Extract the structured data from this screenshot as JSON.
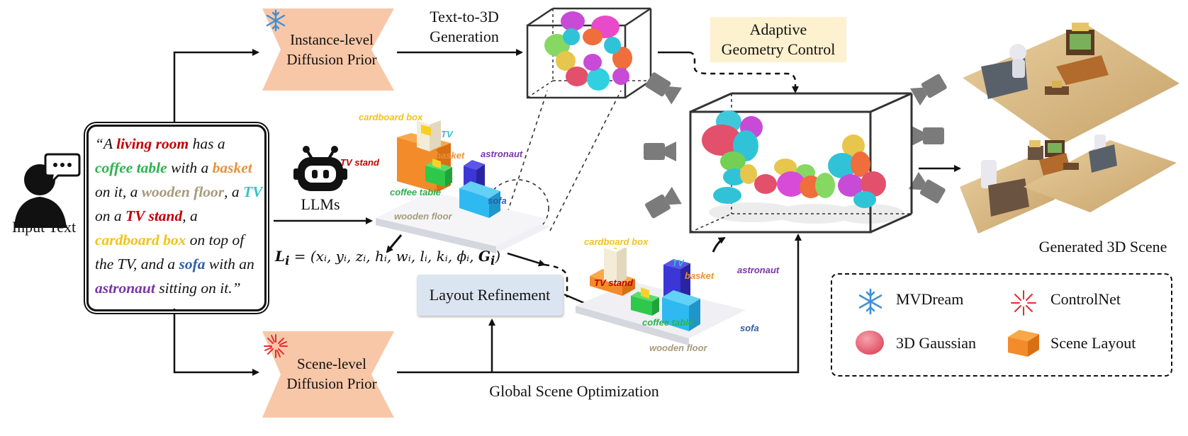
{
  "input": {
    "label": "Input Text"
  },
  "prompt": {
    "segments": [
      {
        "text": "“A ",
        "color": "#111111",
        "bold": false
      },
      {
        "text": "living room",
        "color": "#c00000",
        "bold": true
      },
      {
        "text": " has a ",
        "color": "#111111",
        "bold": false
      },
      {
        "text": "coffee table",
        "color": "#2bb24c",
        "bold": true
      },
      {
        "text": " with a ",
        "color": "#111111",
        "bold": false
      },
      {
        "text": "basket",
        "color": "#e8913a",
        "bold": true
      },
      {
        "text": " on it, a ",
        "color": "#111111",
        "bold": false
      },
      {
        "text": "wooden floor",
        "color": "#a89a7a",
        "bold": true
      },
      {
        "text": ", a ",
        "color": "#111111",
        "bold": false
      },
      {
        "text": "TV",
        "color": "#33c2c9",
        "bold": true
      },
      {
        "text": " on a ",
        "color": "#111111",
        "bold": false
      },
      {
        "text": "TV stand",
        "color": "#c00000",
        "bold": true
      },
      {
        "text": ", a ",
        "color": "#111111",
        "bold": false
      },
      {
        "text": "cardboard box",
        "color": "#f2c21b",
        "bold": true
      },
      {
        "text": " on top of the TV, and a ",
        "color": "#111111",
        "bold": false
      },
      {
        "text": "sofa",
        "color": "#2e5fa8",
        "bold": true
      },
      {
        "text": " with an ",
        "color": "#111111",
        "bold": false
      },
      {
        "text": "astronaut",
        "color": "#7a35a8",
        "bold": true
      },
      {
        "text": " sitting on it.”",
        "color": "#111111",
        "bold": false
      }
    ]
  },
  "instance_prior": {
    "line1": "Instance-level",
    "line2": "Diffusion Prior",
    "icon": "snowflake-icon"
  },
  "scene_prior": {
    "line1": "Scene-level",
    "line2": "Diffusion Prior",
    "icon": "sparkle-burst-icon"
  },
  "llm": {
    "label": "LLMs",
    "icon": "robot-icon"
  },
  "text_to_3d": {
    "line1": "Text-to-3D",
    "line2": "Generation"
  },
  "agc": {
    "line1": "Adaptive",
    "line2": "Geometry Control"
  },
  "layout_refinement": {
    "label": "Layout Refinement"
  },
  "global_opt": {
    "label": "Global Scene Optimization"
  },
  "formula": {
    "lhs": "L",
    "sub": "i",
    "rhs": " = (xᵢ, yᵢ, zᵢ, hᵢ, wᵢ, lᵢ, kᵢ, ϕᵢ, ",
    "g": "G",
    "gsub": "i",
    "close": ")"
  },
  "layout_labels": {
    "cardboard_box": "cardboard box",
    "tv": "TV",
    "basket": "basket",
    "tv_stand": "TV stand",
    "astronaut": "astronaut",
    "coffee_table": "coffee table",
    "sofa": "sofa",
    "wooden_floor": "wooden floor"
  },
  "generated": {
    "label": "Generated 3D Scene"
  },
  "legend": {
    "mvdream": "MVDream",
    "controlnet": "ControlNet",
    "gaussian": "3D Gaussian",
    "scene_layout": "Scene Layout"
  },
  "colors": {
    "prior_fill": "#f8c7a8",
    "refine_fill": "#dbe5f1",
    "agc_fill": "#fdf1cf",
    "snowflake": "#3f8fd6",
    "sparkle": "#e03030"
  }
}
